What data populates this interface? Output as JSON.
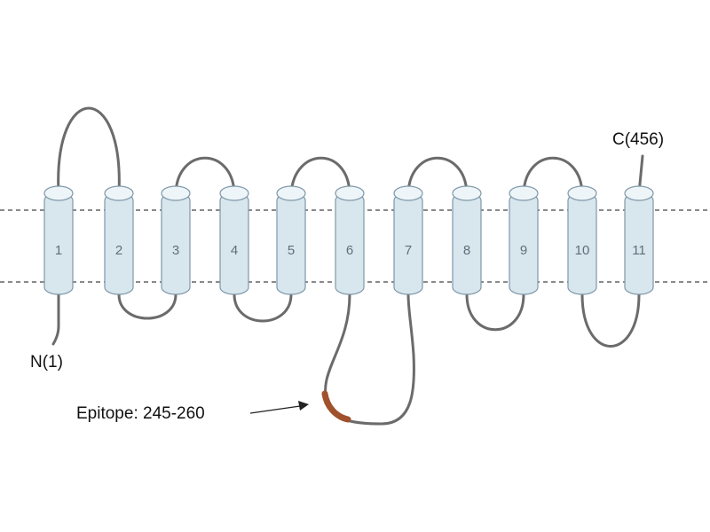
{
  "diagram": {
    "helices": [
      "1",
      "2",
      "3",
      "4",
      "5",
      "6",
      "7",
      "8",
      "9",
      "10",
      "11"
    ],
    "n_terminus": "N(1)",
    "c_terminus": "C(456)",
    "epitope_label": "Epitope: 245-260",
    "colors": {
      "helix_fill": "#d8e6ee",
      "loop": "#6b6b6b",
      "epitope": "#a0522d",
      "membrane_line": "#444444"
    }
  }
}
